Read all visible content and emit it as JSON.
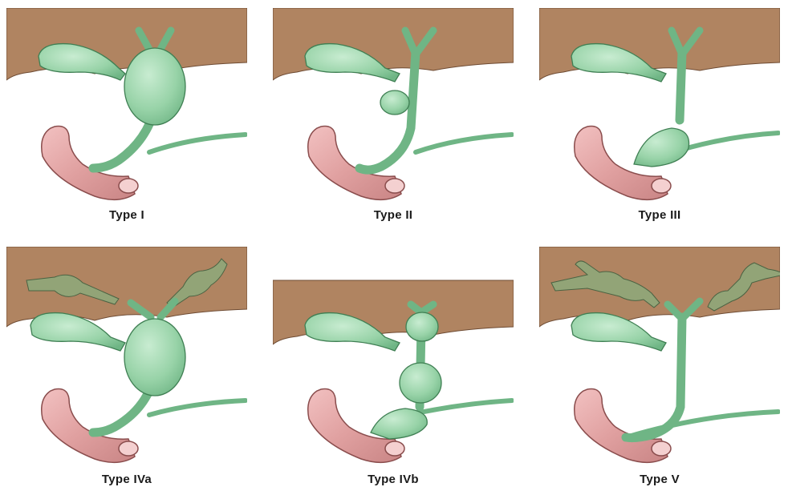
{
  "colors": {
    "liver": "#b08461",
    "liver_edge": "#6e4b33",
    "duct": "#8fd0a2",
    "duct_edge": "#3f7f53",
    "cyst": "#a6dcb4",
    "duodenum": "#e4a6a6",
    "duodenum_edge": "#8a4d4d",
    "background": "#ffffff"
  },
  "panels": [
    {
      "id": "type-i",
      "caption": "Type I"
    },
    {
      "id": "type-ii",
      "caption": "Type II"
    },
    {
      "id": "type-iii",
      "caption": "Type III"
    },
    {
      "id": "type-iva",
      "caption": "Type IVa"
    },
    {
      "id": "type-ivb",
      "caption": "Type IVb"
    },
    {
      "id": "type-v",
      "caption": "Type V"
    }
  ]
}
